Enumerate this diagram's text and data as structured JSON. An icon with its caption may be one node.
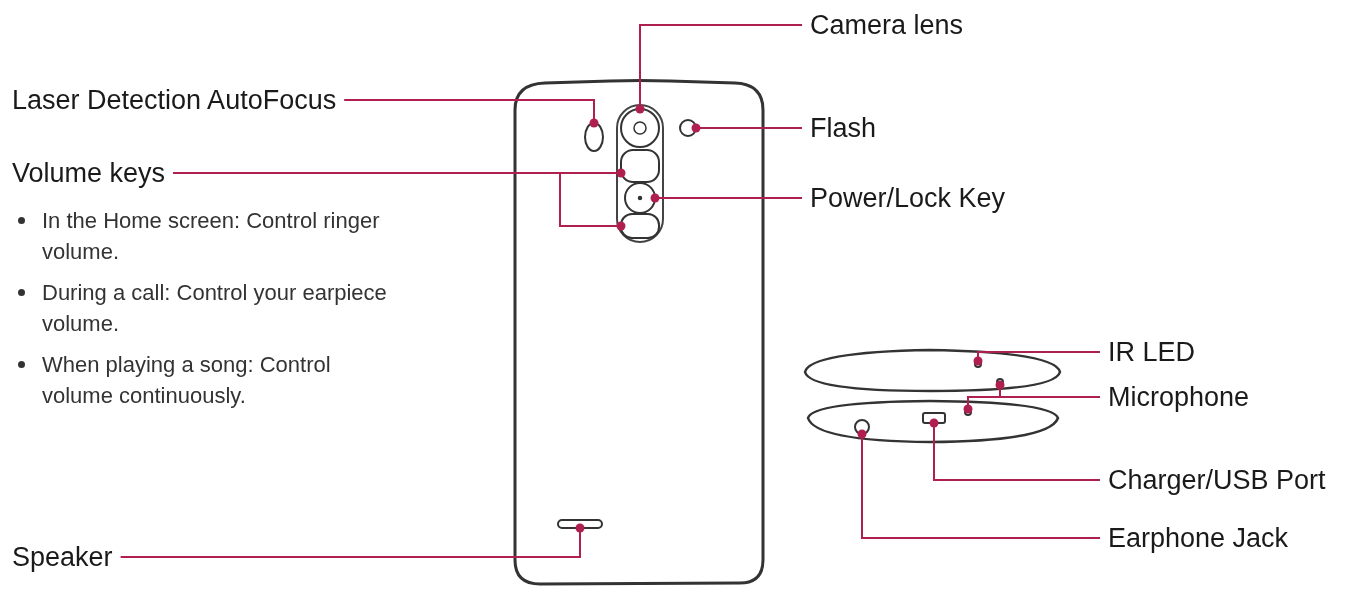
{
  "diagram": {
    "nodes": [
      {
        "text": [
          "Camera lens"
        ]
      },
      {
        "text": [
          "Laser Detection AutoFocus"
        ]
      },
      {
        "text": [
          "Flash"
        ]
      },
      {
        "text": [
          "Volume keys"
        ],
        "beside": [
          "In the Home screen: Control ringer volume.",
          "During a call: Control your earpiece volume.",
          "When playing a song: Control volume continuously."
        ]
      },
      {
        "text": [
          "Power/Lock Key"
        ]
      },
      {
        "text": [
          "IR LED"
        ]
      },
      {
        "text": [
          "Microphone"
        ]
      },
      {
        "text": [
          "Charger/USB Port"
        ]
      },
      {
        "text": [
          "Earphone Jack"
        ]
      },
      {
        "text": [
          "Speaker"
        ]
      },
      {
        "text": [],
        "shape": "circle"
      },
      {
        "text": [],
        "shape": "circle"
      },
      {
        "text": [],
        "shape": "circle"
      },
      {
        "text": [],
        "shape": "box"
      },
      {
        "text": [],
        "shape": "circle"
      },
      {
        "text": [],
        "shape": "box"
      },
      {
        "text": [],
        "shape": "circle"
      },
      {
        "text": [],
        "shape": "circle"
      },
      {
        "text": [],
        "shape": "circle"
      },
      {
        "text": [],
        "shape": "box"
      },
      {
        "text": [],
        "shape": "circle"
      },
      {
        "text": [],
        "shape": "bar"
      }
    ],
    "edges": [
      {
        "from": 0,
        "to": 10,
        "arrow": "other"
      },
      {
        "from": 1,
        "to": 11,
        "arrow": "other"
      },
      {
        "from": 2,
        "to": 12,
        "arrow": "other"
      },
      {
        "from": 3,
        "to": 13,
        "arrow": "other"
      },
      {
        "from": 3,
        "to": 15,
        "arrow": "other"
      },
      {
        "from": 4,
        "to": 14,
        "arrow": "other"
      },
      {
        "from": 5,
        "to": 16,
        "arrow": "other"
      },
      {
        "from": 6,
        "to": 17,
        "arrow": "other"
      },
      {
        "from": 6,
        "to": 18,
        "arrow": "other"
      },
      {
        "from": 7,
        "to": 19,
        "arrow": "other"
      },
      {
        "from": 8,
        "to": 20,
        "arrow": "other"
      },
      {
        "from": 9,
        "to": 21,
        "arrow": "other"
      }
    ]
  }
}
